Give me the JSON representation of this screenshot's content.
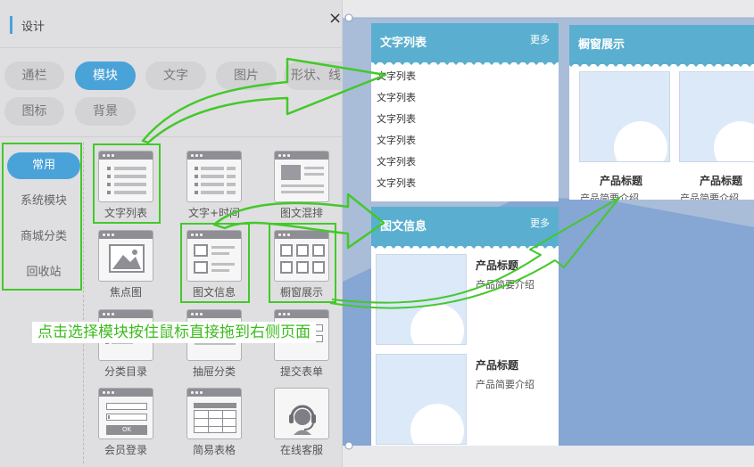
{
  "panel": {
    "title": "设计",
    "close": "×",
    "tabs_row1": [
      "通栏",
      "模块",
      "文字",
      "图片",
      "形状、线"
    ],
    "tabs_row2": [
      "图标",
      "背景"
    ],
    "active_tab": "模块",
    "categories": [
      "常用",
      "系统模块",
      "商城分类",
      "回收站"
    ],
    "active_category": "常用",
    "modules": [
      {
        "label": "文字列表",
        "icon": "text-list-icon"
      },
      {
        "label": "文字+时间",
        "icon": "text-time-icon"
      },
      {
        "label": "图文混排",
        "icon": "image-text-mix-icon"
      },
      {
        "label": "焦点图",
        "icon": "focus-image-icon"
      },
      {
        "label": "图文信息",
        "icon": "image-text-info-icon"
      },
      {
        "label": "橱窗展示",
        "icon": "showcase-icon"
      },
      {
        "label": "分类目录",
        "icon": "category-dir-icon"
      },
      {
        "label": "抽屉分类",
        "icon": "drawer-category-icon"
      },
      {
        "label": "提交表单",
        "icon": "submit-form-icon"
      },
      {
        "label": "会员登录",
        "icon": "member-login-icon"
      },
      {
        "label": "简易表格",
        "icon": "simple-table-icon"
      },
      {
        "label": "在线客服",
        "icon": "online-service-icon"
      }
    ],
    "login_ok": "OK"
  },
  "tip": "点击选择模块按住鼠标直接拖到右侧页面",
  "preview": {
    "text_list": {
      "title": "文字列表",
      "more": "更多",
      "items": [
        "文字列表",
        "文字列表",
        "文字列表",
        "文字列表",
        "文字列表",
        "文字列表"
      ]
    },
    "showcase": {
      "title": "橱窗展示",
      "items": [
        {
          "title": "产品标题",
          "desc": "产品简要介绍"
        },
        {
          "title": "产品标题",
          "desc": "产品简要介绍"
        }
      ]
    },
    "image_text": {
      "title": "图文信息",
      "more": "更多",
      "items": [
        {
          "title": "产品标题",
          "desc": "产品简要介绍"
        },
        {
          "title": "产品标题",
          "desc": "产品简要介绍"
        }
      ]
    }
  },
  "colors": {
    "accent": "#4aa3d8",
    "highlight": "#44c82a",
    "card_header": "#5aafd0"
  }
}
